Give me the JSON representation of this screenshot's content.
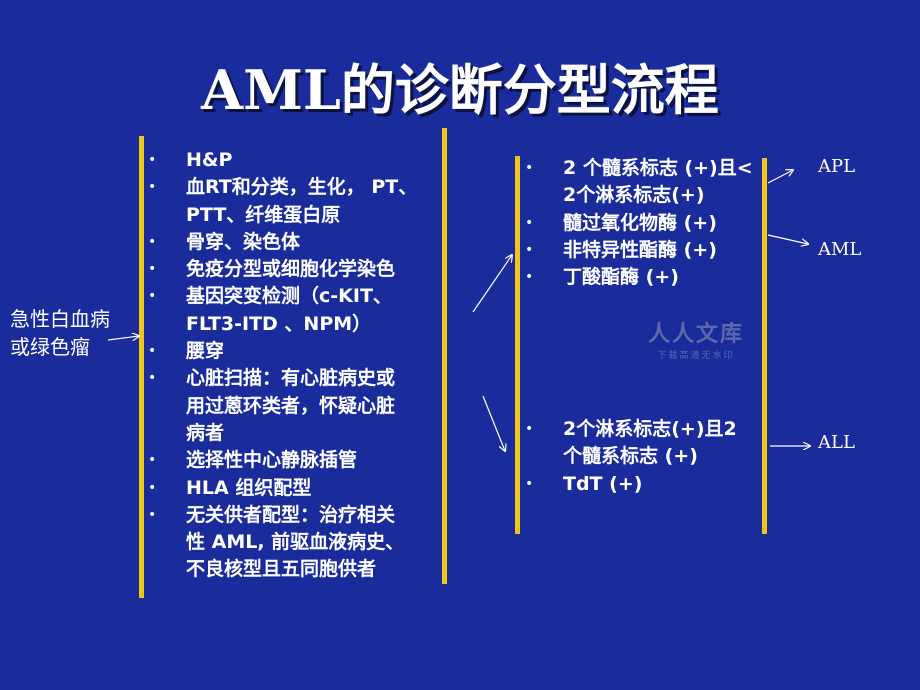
{
  "title": "AML的诊断分型流程",
  "left_label": {
    "line1": "急性白血病",
    "line2": "或绿色瘤"
  },
  "bullet_char": "•",
  "workup": {
    "items": [
      {
        "lines": [
          "H&P"
        ]
      },
      {
        "lines": [
          "血RT和分类，生化， PT、",
          "PTT、纤维蛋白原"
        ]
      },
      {
        "lines": [
          "骨穿、染色体"
        ]
      },
      {
        "lines": [
          "免疫分型或细胞化学染色"
        ]
      },
      {
        "lines": [
          "基因突变检测（c-KIT、",
          "FLT3-ITD 、NPM）"
        ]
      },
      {
        "lines": [
          "腰穿"
        ]
      },
      {
        "lines": [
          "心脏扫描：有心脏病史或",
          "用过蒽环类者，怀疑心脏",
          "病者"
        ]
      },
      {
        "lines": [
          "选择性中心静脉插管"
        ]
      },
      {
        "lines": [
          "HLA 组织配型"
        ]
      },
      {
        "lines": [
          "无关供者配型：治疗相关",
          "性 AML, 前驱血液病史、",
          "不良核型且五同胞供者"
        ]
      }
    ]
  },
  "myeloid_markers": {
    "items": [
      {
        "lines": [
          "2 个髓系标志 (+)且<",
          "2个淋系标志(+)"
        ]
      },
      {
        "lines": [
          "髓过氧化物酶 (+)"
        ]
      },
      {
        "lines": [
          "非特异性酯酶 (+)"
        ]
      },
      {
        "lines": [
          "丁酸酯酶 (+)"
        ]
      }
    ]
  },
  "lymphoid_markers": {
    "items": [
      {
        "lines": [
          "2个淋系标志(+)且2",
          "个髓系标志 (+)"
        ]
      },
      {
        "lines": [
          "TdT (+)"
        ]
      }
    ]
  },
  "results": {
    "apl": "APL",
    "aml": "AML",
    "all": "ALL"
  },
  "watermark": {
    "main": "人人文库",
    "sub": "下载高清无水印"
  },
  "colors": {
    "background": "#1a2b9c",
    "bar": "#f0c419",
    "text": "#ffffff"
  }
}
